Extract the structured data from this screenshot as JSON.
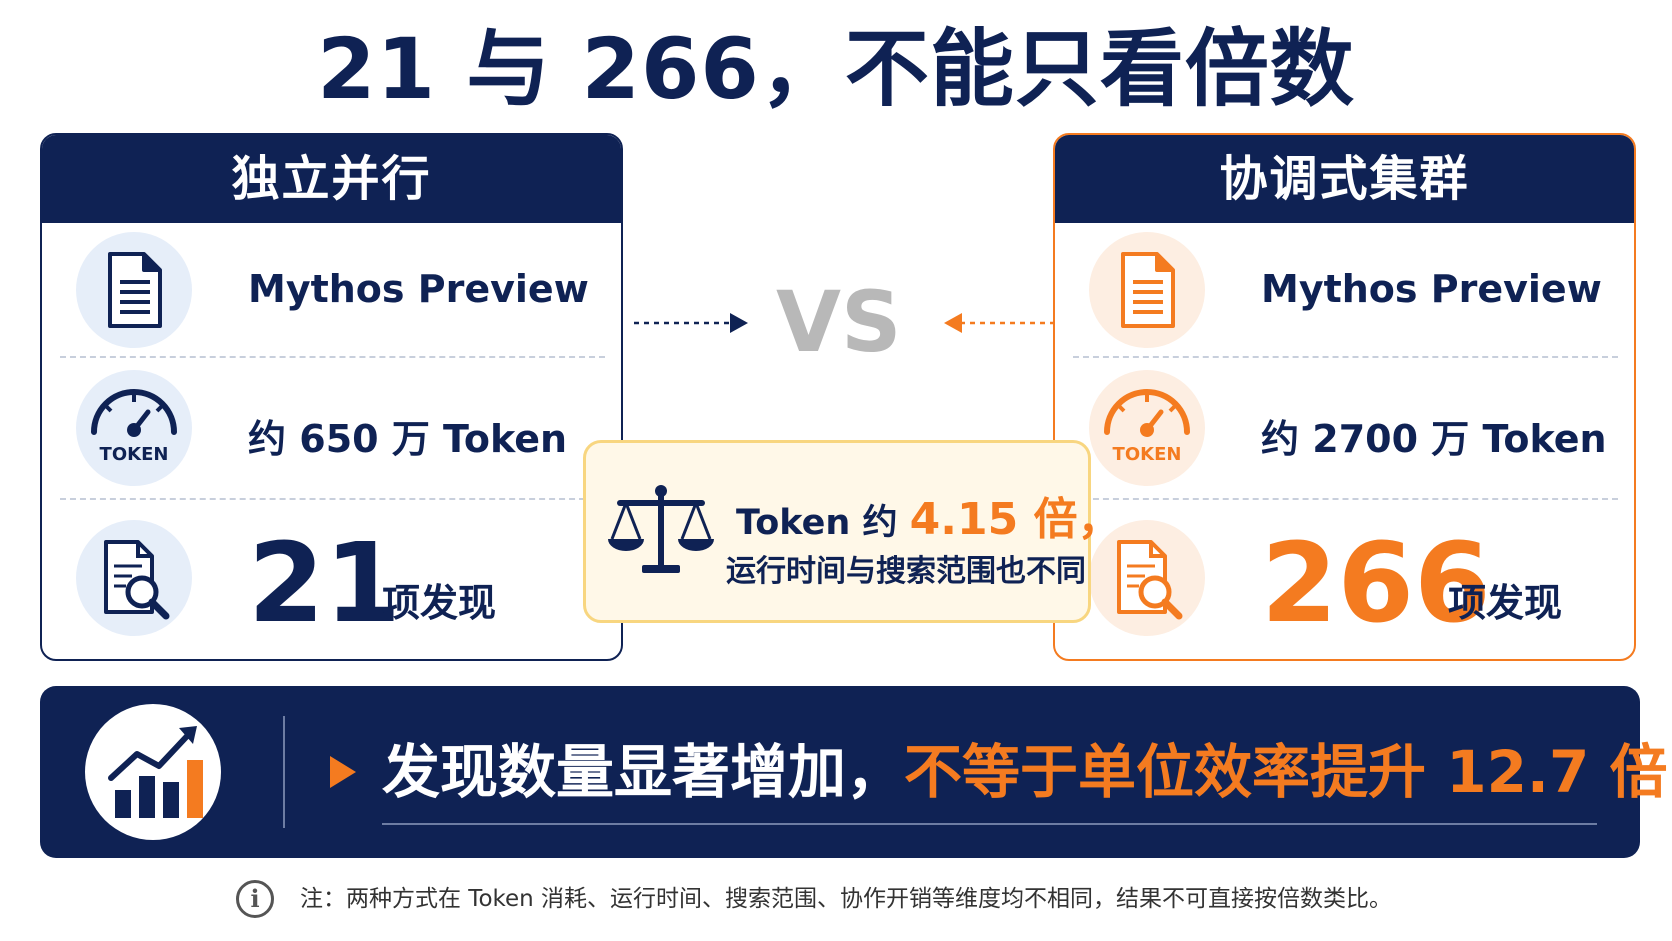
{
  "title": "21 与 266，不能只看倍数",
  "left_card": {
    "header": "独立并行",
    "model": "Mythos Preview",
    "token_prefix": "约",
    "token_value": "650",
    "token_suffix": "万 Token",
    "token_icon_text": "TOKEN",
    "findings_count": "21",
    "findings_label": "项发现",
    "accent_color": "#0f2254"
  },
  "right_card": {
    "header": "协调式集群",
    "model": "Mythos Preview",
    "token_prefix": "约",
    "token_value": "2700",
    "token_suffix": "万 Token",
    "token_icon_text": "TOKEN",
    "findings_count": "266",
    "findings_label": "项发现",
    "accent_color": "#f47b20"
  },
  "vs_label": "VS",
  "center": {
    "line1_prefix": "Token 约",
    "line1_highlight": "4.15 倍，",
    "line2": "运行时间与搜索范围也不同",
    "icon": "scale-icon"
  },
  "banner": {
    "text_main": "发现数量显著增加，",
    "text_highlight": "不等于单位效率提升 12.7 倍",
    "icon": "growth-chart-icon"
  },
  "note": {
    "icon": "info-icon",
    "icon_text": "i",
    "text": "注：两种方式在 Token 消耗、运行时间、搜索范围、协作开销等维度均不相同，结果不可直接按倍数类比。"
  },
  "colors": {
    "navy": "#0f2254",
    "orange": "#f47b20",
    "gray_vs": "#b8b8b8"
  }
}
